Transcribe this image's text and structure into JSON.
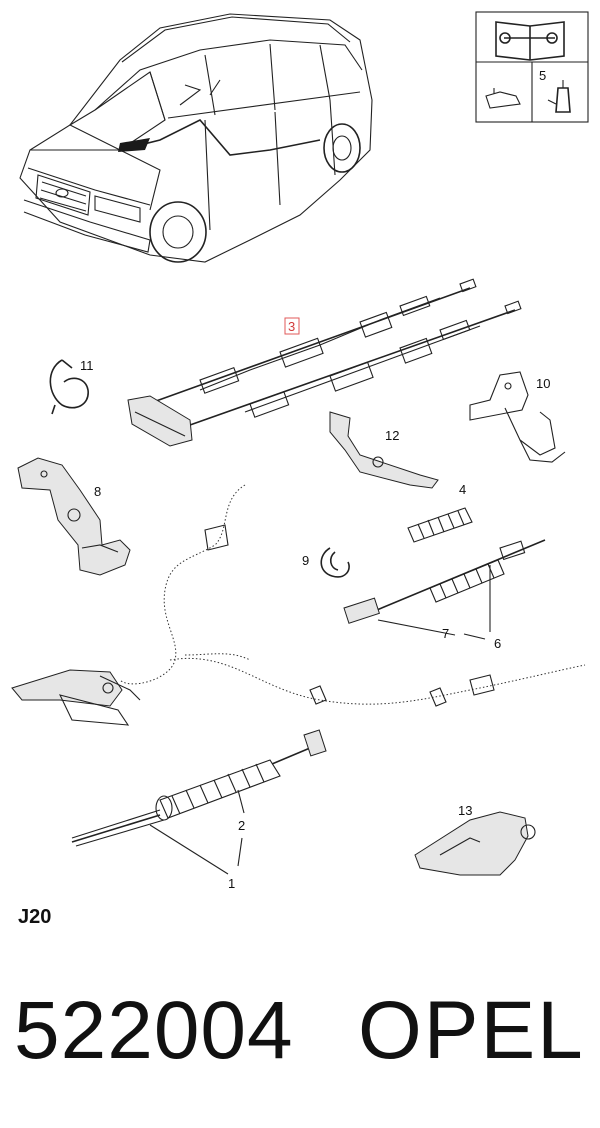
{
  "page_code": "J20",
  "part_number": "522004",
  "brand": "OPEL",
  "selected_callout": "3",
  "legend_box": {
    "callout": "5"
  },
  "callouts": {
    "c1": "1",
    "c2": "2",
    "c3": "3",
    "c4": "4",
    "c5": "5",
    "c6": "6",
    "c7": "7",
    "c8": "8",
    "c9": "9",
    "c10": "10",
    "c11": "11",
    "c12": "12",
    "c13": "13"
  },
  "colors": {
    "selected_outline": "#e05a5a",
    "ink": "#111111"
  }
}
